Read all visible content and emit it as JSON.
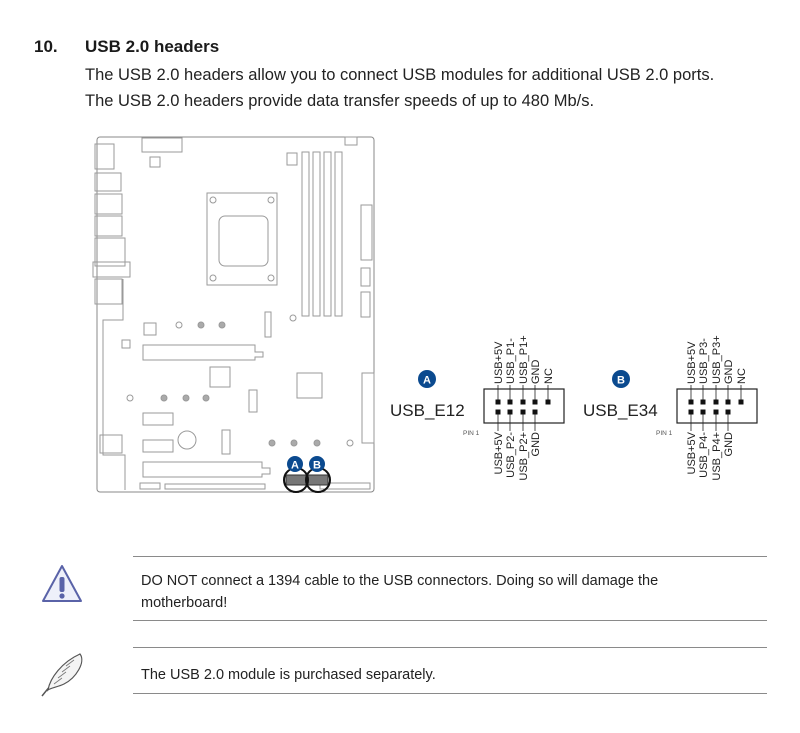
{
  "section": {
    "number": "10.",
    "title": "USB 2.0 headers",
    "paragraph_lines": [
      "The USB 2.0 headers allow you to connect USB modules for additional USB 2.0 ports.",
      "The USB 2.0 headers provide data transfer speeds of up to 480 Mb/s."
    ]
  },
  "diagram": {
    "board_markers": [
      "A",
      "B"
    ],
    "headers": [
      {
        "marker": "A",
        "name": "USB_E12",
        "pin1_label": "PIN 1",
        "top_pins": [
          "USB+5V",
          "USB_P1-",
          "USB_P1+",
          "GND",
          "NC"
        ],
        "bottom_pins": [
          "USB+5V",
          "USB_P2-",
          "USB_P2+",
          "GND"
        ]
      },
      {
        "marker": "B",
        "name": "USB_E34",
        "pin1_label": "PIN 1",
        "top_pins": [
          "USB+5V",
          "USB_P3-",
          "USB_P3+",
          "GND",
          "NC"
        ],
        "bottom_pins": [
          "USB+5V",
          "USB_P4-",
          "USB_P4+",
          "GND"
        ]
      }
    ],
    "marker_color": "#0b4a8f"
  },
  "notices": {
    "warning": "DO NOT connect a 1394 cable to the USB connectors. Doing so will damage the motherboard!",
    "warning_lines": [
      "DO NOT connect a 1394 cable to the USB connectors. Doing so will damage the",
      "motherboard!"
    ],
    "note": "The USB 2.0 module is purchased separately."
  }
}
